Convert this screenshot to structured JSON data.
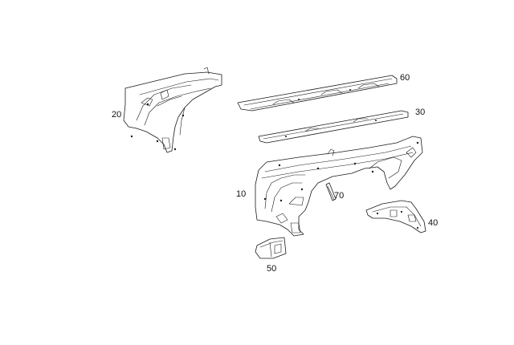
{
  "diagram": {
    "callouts": {
      "part_10": "10",
      "part_20": "20",
      "part_30": "30",
      "part_40": "40",
      "part_50": "50",
      "part_60": "60",
      "part_70": "70"
    }
  }
}
